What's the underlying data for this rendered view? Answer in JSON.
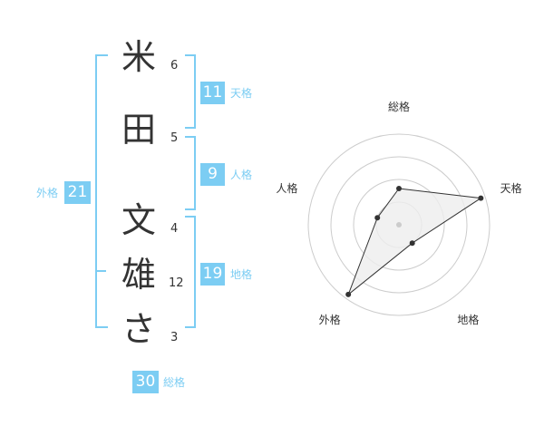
{
  "name_chars": [
    {
      "char": "米",
      "strokes": "6"
    },
    {
      "char": "田",
      "strokes": "5"
    },
    {
      "char": "文",
      "strokes": "4"
    },
    {
      "char": "雄",
      "strokes": "12"
    },
    {
      "char": "さ",
      "strokes": "3"
    }
  ],
  "kakaku": {
    "tenkaku": {
      "value": "11",
      "label": "天格"
    },
    "jinkaku": {
      "value": "9",
      "label": "人格"
    },
    "chikaku": {
      "value": "19",
      "label": "地格"
    },
    "gaikaku": {
      "value": "21",
      "label": "外格"
    },
    "soukaku": {
      "value": "30",
      "label": "総格"
    }
  },
  "chart_data": {
    "type": "radar",
    "axes": [
      "総格",
      "天格",
      "地格",
      "外格",
      "人格"
    ],
    "values": [
      0.4,
      0.95,
      0.25,
      0.95,
      0.25
    ],
    "rings": 4,
    "colors": {
      "accent": "#7ccdf3",
      "fill": "#eeeeee",
      "line": "#333333",
      "grid": "#cccccc"
    }
  }
}
